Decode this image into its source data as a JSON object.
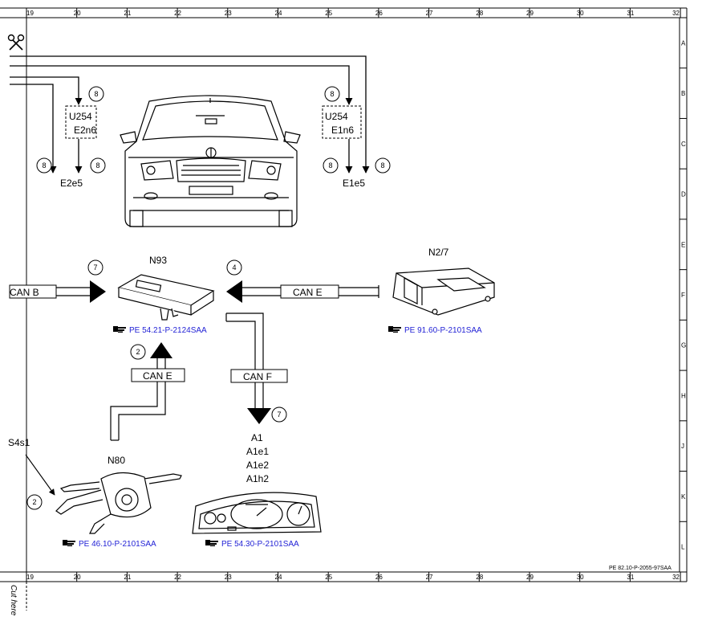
{
  "frame": {
    "columns": [
      "19",
      "20",
      "21",
      "22",
      "23",
      "24",
      "25",
      "26",
      "27",
      "28",
      "29",
      "30",
      "31",
      "32"
    ],
    "rows": [
      "A",
      "B",
      "C",
      "D",
      "E",
      "F",
      "G",
      "H",
      "J",
      "K",
      "L"
    ],
    "doc_id": "PE 82.10-P-2055-97SAA",
    "cut_label": "Cut here"
  },
  "components": {
    "n93": "N93",
    "n2_7": "N2/7",
    "n80": "N80",
    "s4s1": "S4s1",
    "a1_lines": [
      "A1",
      "A1e1",
      "A1e2",
      "A1h2"
    ],
    "u254_left": [
      "U254",
      "E2n6"
    ],
    "u254_right": [
      "U254",
      "E1n6"
    ],
    "e2e5": "E2e5",
    "e1e5": "E1e5"
  },
  "buses": {
    "can_b": "CAN B",
    "can_e_right": "CAN E",
    "can_e_left": "CAN E",
    "can_f": "CAN F"
  },
  "refs": {
    "n93_ref": "PE 54.21-P-2124SAA",
    "n2_7_ref": "PE 91.60-P-2101SAA",
    "n80_ref": "PE 46.10-P-2101SAA",
    "a1_ref": "PE 54.30-P-2101SAA"
  },
  "callouts": {
    "c_u254l_top": "8",
    "c_u254l_bottom": "8",
    "c_e2e5": "8",
    "c_u254r_top": "8",
    "c_u254r_bottom": "8",
    "c_e1e5": "8",
    "c_can_b": "7",
    "c_can_e_right": "4",
    "c_can_e_left": "2",
    "c_can_f": "7",
    "c_n80": "2"
  },
  "icons": {
    "scissors": "scissors-icon",
    "reference": "reference-hand-icon"
  }
}
